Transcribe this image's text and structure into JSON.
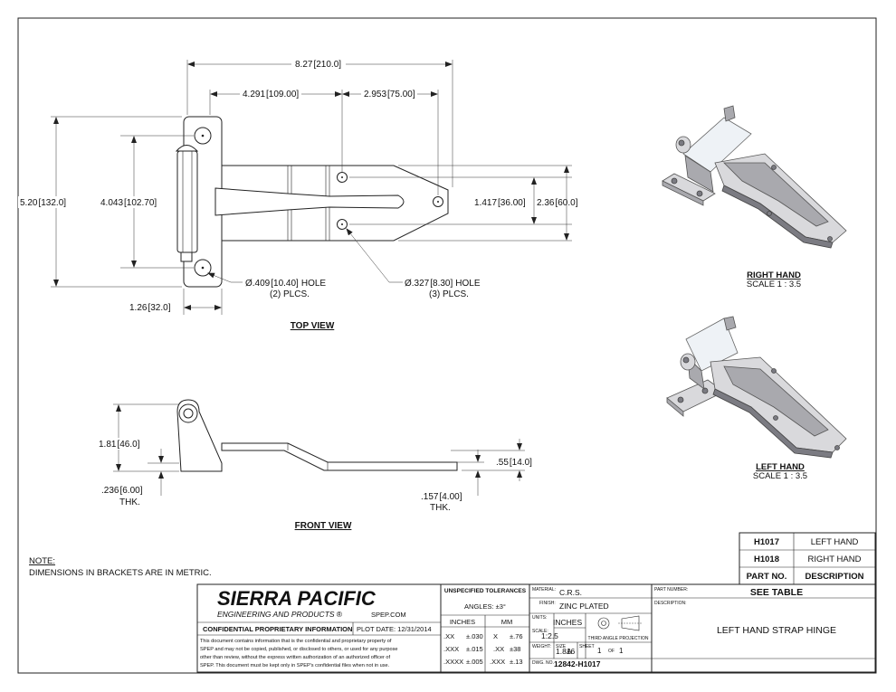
{
  "drawing": {
    "top_view": {
      "title": "TOP VIEW",
      "overall_length": "8.27",
      "overall_length_mm": "[210.0]",
      "pin_to_hole": "4.291",
      "pin_to_hole_mm": "[109.00]",
      "hole_to_hole": "2.953",
      "hole_to_hole_mm": "[75.00]",
      "leaf_height": "5.20",
      "leaf_height_mm": "[132.0]",
      "hole_spacing": "4.043",
      "hole_spacing_mm": "[102.70]",
      "strap_hole_spacing": "1.417",
      "strap_hole_spacing_mm": "[36.00]",
      "strap_width": "2.36",
      "strap_width_mm": "[60.0]",
      "leaf_width": "1.26",
      "leaf_width_mm": "[32.0]",
      "hole_large": "Ø.409",
      "hole_large_mm": "[10.40]",
      "hole_large_suffix": "HOLE",
      "hole_large_qty": "(2) PLCS.",
      "hole_small": "Ø.327",
      "hole_small_mm": "[8.30]",
      "hole_small_suffix": "HOLE",
      "hole_small_qty": "(3) PLCS."
    },
    "front_view": {
      "title": "FRONT VIEW",
      "height": "1.81",
      "height_mm": "[46.0]",
      "leaf_thk": ".236",
      "leaf_thk_mm": "[6.00]",
      "leaf_thk_label": "THK.",
      "offset": ".55",
      "offset_mm": "[14.0]",
      "strap_thk": ".157",
      "strap_thk_mm": "[4.00]",
      "strap_thk_label": "THK."
    },
    "iso_right": {
      "title": "RIGHT HAND",
      "scale": "SCALE 1 : 3.5"
    },
    "iso_left": {
      "title": "LEFT HAND",
      "scale": "SCALE 1 : 3.5"
    }
  },
  "notes": {
    "heading": "NOTE:",
    "text": "DIMENSIONS IN BRACKETS ARE IN METRIC."
  },
  "part_table": {
    "rows": [
      {
        "part": "H1017",
        "desc": "LEFT HAND"
      },
      {
        "part": "H1018",
        "desc": "RIGHT HAND"
      }
    ],
    "header_part": "PART NO.",
    "header_desc": "DESCRIPTION"
  },
  "title_block": {
    "company": "SIERRA PACIFIC",
    "company_sub": "ENGINEERING AND PRODUCTS",
    "registered": "®",
    "website": "SPEP.COM",
    "confidential": "CONFIDENTIAL PROPRIETARY INFORMATION",
    "plot_date": "PLOT DATE: 12/31/2014",
    "legal_lines": [
      "This document contains information that is the confidential and proprietary property of",
      "SPEP and may not be copied, published, or disclosed to others, or used for any purpose",
      "other than review, without the express written authorization of an authorized officer of",
      "SPEP. This document must be kept only in SPEP's confidential files when not in use."
    ],
    "tolerances_title": "UNSPECIFIED TOLERANCES",
    "angles": "ANGLES: ±3°",
    "inches_header": "INCHES",
    "mm_header": "MM",
    "tol_rows": [
      {
        "in": ".XX",
        "in_tol": "±.030",
        "mm": "X",
        "mm_tol": "±.76"
      },
      {
        "in": ".XXX",
        "in_tol": "±.015",
        "mm": ".XX",
        "mm_tol": "±38"
      },
      {
        "in": ".XXXX",
        "in_tol": "±.005",
        "mm": ".XXX",
        "mm_tol": "±.13"
      }
    ],
    "material_label": "MATERIAL:",
    "material": "C.R.S.",
    "finish_label": "FINISH:",
    "finish": "ZINC PLATED",
    "units_label": "UNITS:",
    "units": "INCHES",
    "projection": "THIRD ANGLE PROJECTION",
    "scale_label": "SCALE:",
    "scale": "1:2.5",
    "weight_label": "WEIGHT:",
    "weight": "1.816",
    "size_label": "SIZE",
    "size": "A",
    "sheet_label": "SHEET",
    "sheet": "1",
    "of_label": "OF",
    "sheet_total": "1",
    "dwg_label": "DWG. NO.",
    "dwg_no": "12842-H1017",
    "part_number_label": "PART NUMBER:",
    "part_number": "SEE TABLE",
    "description_label": "DESCRIPTION:",
    "description": "LEFT HAND STRAP HINGE"
  }
}
